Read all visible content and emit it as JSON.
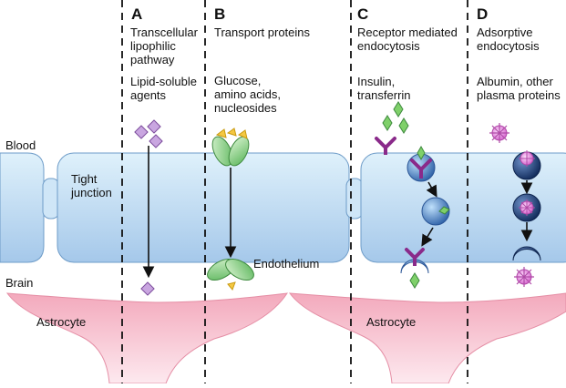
{
  "labels": {
    "blood": "Blood",
    "brain": "Brain",
    "tight_junction": "Tight\njunction",
    "endothelium": "Endothelium",
    "astrocyte_left": "Astrocyte",
    "astrocyte_right": "Astrocyte"
  },
  "columns": [
    {
      "letter": "A",
      "title": "Transcellular\nlipophilic\npathway",
      "subtitle": "Lipid-soluble\nagents"
    },
    {
      "letter": "B",
      "title": "Transport proteins",
      "subtitle": "Glucose,\namino acids,\nnucleosides"
    },
    {
      "letter": "C",
      "title": "Receptor mediated\nendocytosis",
      "subtitle": "Insulin,\ntransferrin"
    },
    {
      "letter": "D",
      "title": "Adsorptive\nendocytosis",
      "subtitle": "Albumin, other\nplasma proteins"
    }
  ],
  "colors": {
    "cell_top": "#dbeefa",
    "cell_bottom": "#a9cbea",
    "astrocyte_top": "#f7b9c8",
    "astrocyte_bottom": "#fde6ec",
    "lipid_molecule": "#c9a6e0",
    "transporter": "#8ed08e",
    "glucose": "#f5c842",
    "receptor": "#8a2a8a",
    "ligand": "#7fd06a",
    "vesicle": "#3a6fb0",
    "protein": "#e58ee0"
  }
}
